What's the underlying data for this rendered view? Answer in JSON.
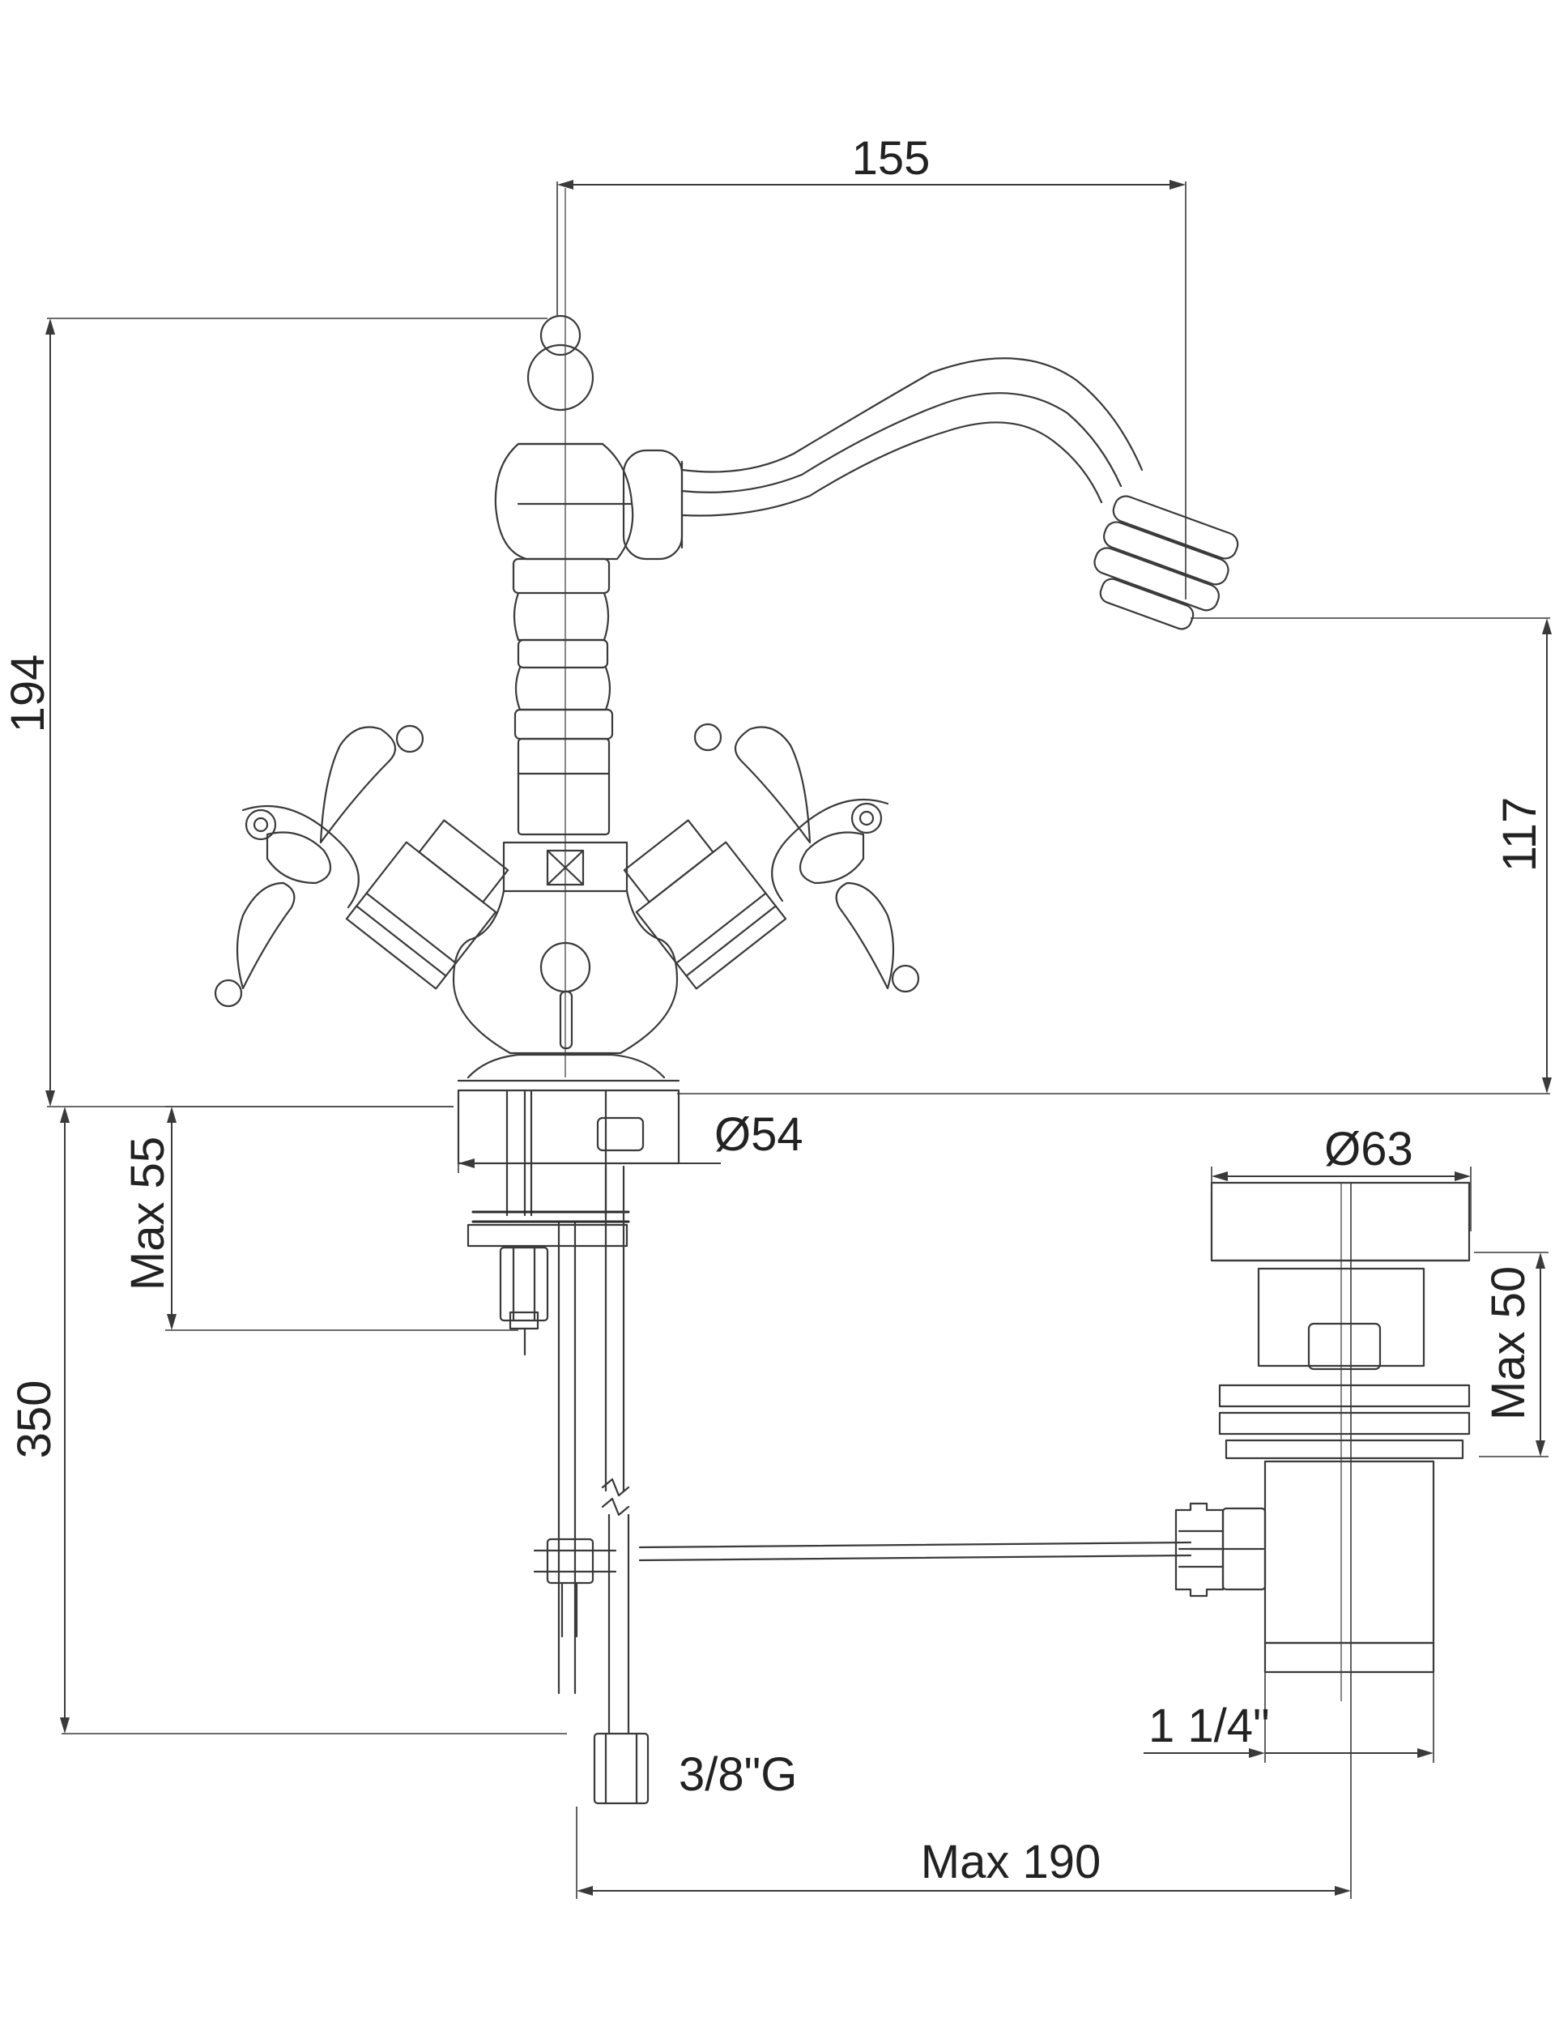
{
  "dimensions": {
    "spout_reach": "155",
    "total_height": "194",
    "spout_height": "117",
    "base_diameter": "Ø54",
    "max_deck_thickness": "Max 55",
    "hose_length": "350",
    "waste_flange_diameter": "Ø63",
    "max_waste_thickness": "Max 50",
    "waste_thread": "1 1/4\"",
    "inlet_thread": "3/8\"G",
    "max_pull_rod": "Max 190"
  },
  "colors": {
    "line": "#3a3a3a",
    "background": "#ffffff"
  }
}
